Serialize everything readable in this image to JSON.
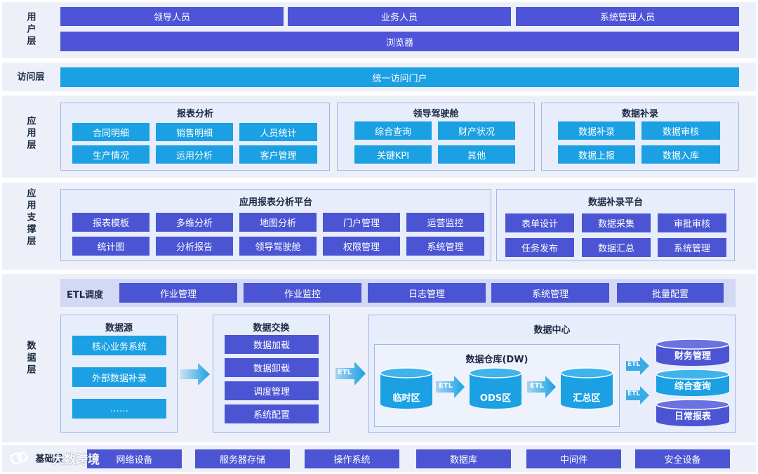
{
  "layers": {
    "user": "用\n户\n层",
    "access": "访问层",
    "app": "应\n用\n层",
    "support": "应\n用\n支\n撑\n层",
    "data": "数\n据\n层",
    "base": "基础层"
  },
  "user_layer": {
    "roles": [
      "领导人员",
      "业务人员",
      "系统管理人员"
    ],
    "browser": "浏览器"
  },
  "access_layer": {
    "portal": "统一访问门户"
  },
  "app_layer": {
    "report": {
      "title": "报表分析",
      "items": [
        "合同明细",
        "销售明细",
        "人员统计",
        "生产情况",
        "运用分析",
        "客户管理"
      ]
    },
    "cockpit": {
      "title": "领导驾驶舱",
      "items": [
        "综合查询",
        "财产状况",
        "关键KPI",
        "其他"
      ]
    },
    "supplement": {
      "title": "数据补录",
      "items": [
        "数据补录",
        "数据审核",
        "数据上报",
        "数据入库"
      ]
    }
  },
  "support_layer": {
    "platform": {
      "title": "应用报表分析平台",
      "items": [
        "报表模板",
        "多维分析",
        "地图分析",
        "门户管理",
        "运营监控",
        "统计图",
        "分析报告",
        "领导驾驶舱",
        "权限管理",
        "系统管理"
      ]
    },
    "supplement_platform": {
      "title": "数据补录平台",
      "items": [
        "表单设计",
        "数据采集",
        "审批审核",
        "任务发布",
        "数据汇总",
        "系统管理"
      ]
    }
  },
  "data_layer": {
    "etl": {
      "label": "ETL调度",
      "items": [
        "作业管理",
        "作业监控",
        "日志管理",
        "系统管理",
        "批量配置"
      ]
    },
    "source": {
      "title": "数据源",
      "items": [
        "核心业务系统",
        "外部数据补录",
        "……"
      ]
    },
    "exchange": {
      "title": "数据交换",
      "items": [
        "数据加载",
        "数据卸载",
        "调度管理",
        "系统配置"
      ]
    },
    "center": {
      "title": "数据中心",
      "dw_title": "数据仓库(DW)",
      "dw_items": [
        "临时区",
        "ODS区",
        "汇总区"
      ],
      "marts": [
        "财务管理",
        "综合查询",
        "日常报表"
      ]
    },
    "etl_tag": "ETL"
  },
  "base_layer": {
    "items": [
      "网络设备",
      "服务器存储",
      "操作系统",
      "数据库",
      "中间件",
      "安全设备"
    ]
  },
  "watermark": "大数跨境",
  "colors": {
    "user_bar": "#4d54d8",
    "cyan_bar": "#1aa0e3",
    "blue_item": "#4b55d3",
    "panel": "#e8edfb"
  }
}
